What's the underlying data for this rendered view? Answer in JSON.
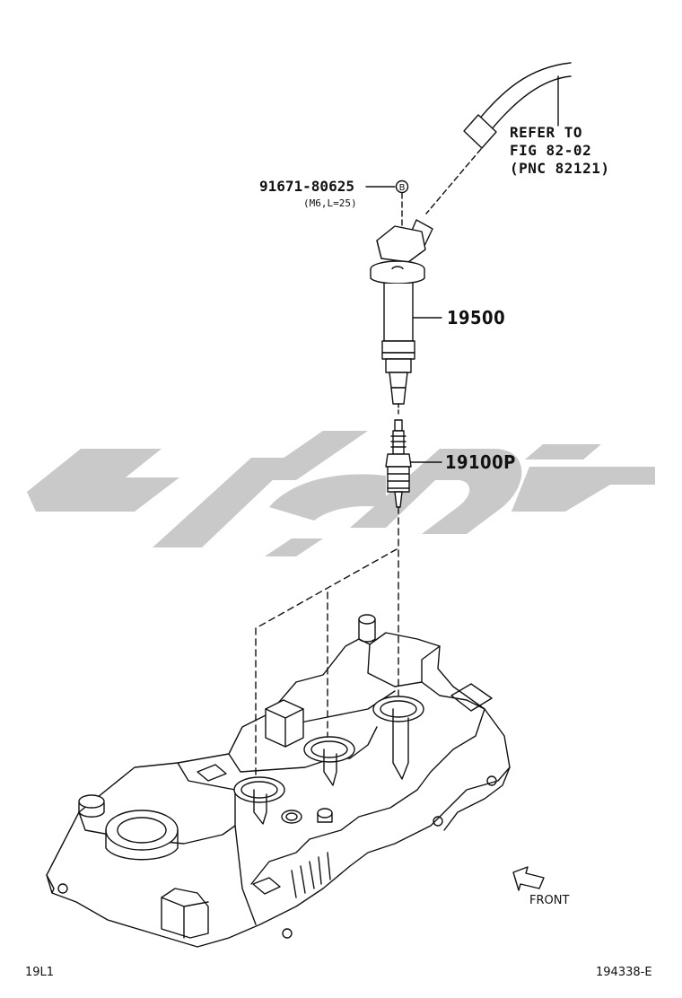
{
  "diagram": {
    "refer_note": [
      "REFER TO",
      "FIG 82-02",
      "(PNC 82121)"
    ],
    "bolt": {
      "part_number": "91671-80625",
      "spec": "(M6,L=25)",
      "callout_letter": "B"
    },
    "coil": {
      "part_number": "19500"
    },
    "spark_plug": {
      "part_number": "19100P"
    },
    "direction": {
      "label": "FRONT",
      "icon": "front-arrow-icon"
    },
    "footer_left": "19L1",
    "footer_right": "194338-E",
    "watermark": {
      "text": "تاپ کار",
      "color": "#c8c8c8"
    }
  }
}
